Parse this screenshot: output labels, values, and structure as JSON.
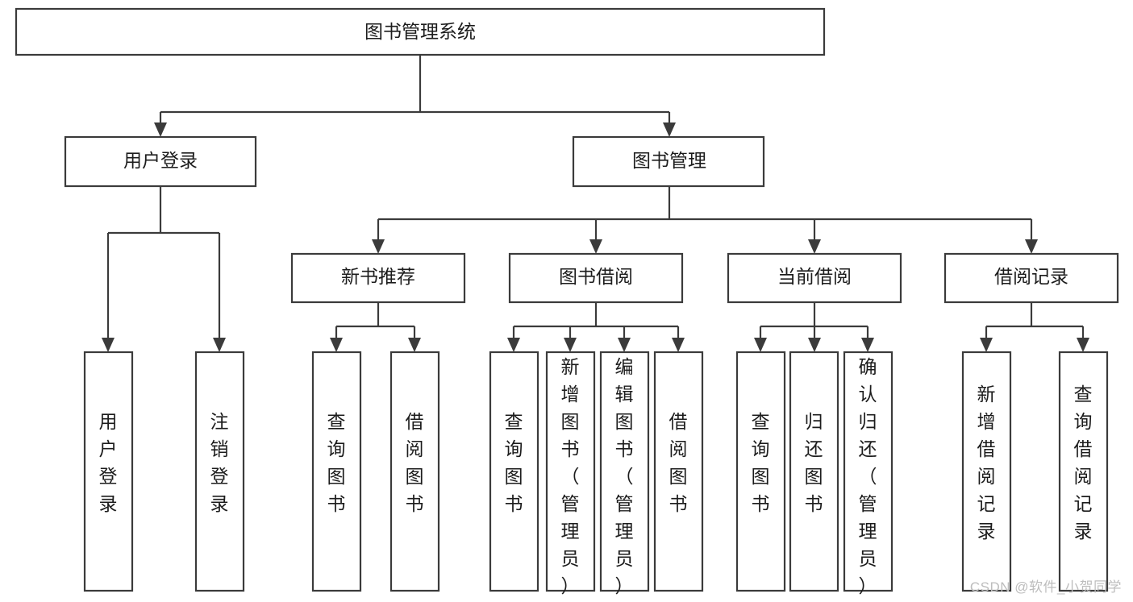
{
  "diagram": {
    "type": "tree-flowchart",
    "title": "图书管理系统",
    "watermark": "CSDN @软件_小贺同学",
    "colors": {
      "box_stroke": "#3b3b3b",
      "box_fill": "#ffffff",
      "text": "#1c1c1c",
      "connector": "#3b3b3b",
      "watermark": "#bdbdbd",
      "background": "#ffffff"
    },
    "levels": {
      "root": {
        "label": "图书管理系统"
      },
      "level2": [
        {
          "label": "用户登录"
        },
        {
          "label": "图书管理"
        }
      ],
      "level3": [
        {
          "label": "新书推荐"
        },
        {
          "label": "图书借阅"
        },
        {
          "label": "当前借阅"
        },
        {
          "label": "借阅记录"
        }
      ],
      "leaves": {
        "user_login": [
          {
            "label": "用户登录"
          },
          {
            "label": "注销登录"
          }
        ],
        "new_book_recommend": [
          {
            "label": "查询图书"
          },
          {
            "label": "借阅图书"
          }
        ],
        "book_borrow": [
          {
            "label": "查询图书"
          },
          {
            "label": "新增图书（管理员）"
          },
          {
            "label": "编辑图书（管理员）"
          },
          {
            "label": "借阅图书"
          }
        ],
        "current_borrow": [
          {
            "label": "查询图书"
          },
          {
            "label": "归还图书"
          },
          {
            "label": "确认归还（管理员）"
          }
        ],
        "borrow_record": [
          {
            "label": "新增借阅记录"
          },
          {
            "label": "查询借阅记录"
          }
        ]
      }
    }
  }
}
